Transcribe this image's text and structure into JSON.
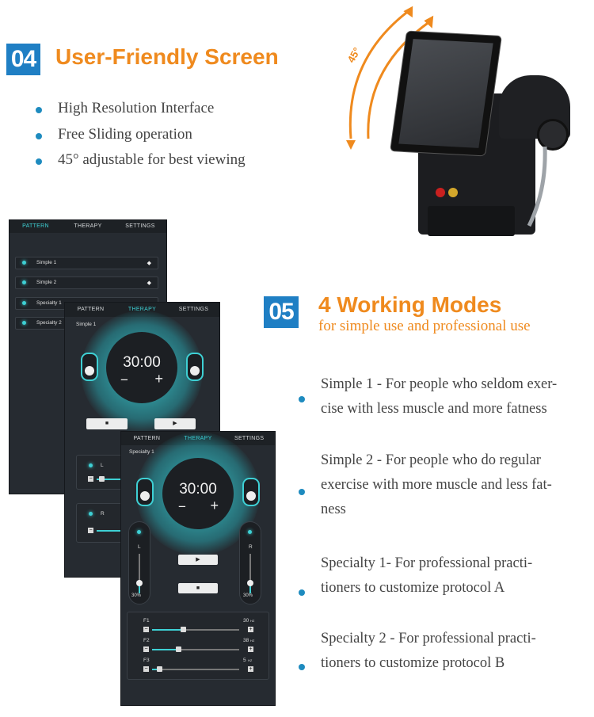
{
  "section04": {
    "badge": "04",
    "title": "User-Friendly Screen",
    "features": [
      "High Resolution Interface",
      "Free Sliding operation",
      "45° adjustable for best viewing"
    ]
  },
  "device": {
    "angle_label": "45°"
  },
  "section05": {
    "badge": "05",
    "title": "4 Working Modes",
    "subtitle": "for simple use and professional use",
    "modes": [
      {
        "lines": [
          "Simple 1  - For people who seldom exer-",
          "cise with less muscle and more fatness"
        ]
      },
      {
        "lines": [
          "Simple 2 -  For people who do regular",
          "exercise with  more muscle and less fat-",
          "ness"
        ]
      },
      {
        "lines": [
          "Specialty 1-  For professional practi-",
          "tioners to  customize protocol A"
        ]
      },
      {
        "lines": [
          "Specialty 2 - For professional practi-",
          "tioners to  customize protocol B"
        ]
      }
    ]
  },
  "screens": {
    "tabs": [
      "PATTERN",
      "THERAPY",
      "SETTINGS"
    ],
    "pattern_list": [
      "Simple 1",
      "Simple 2",
      "Specialty 1",
      "Specialty 2"
    ],
    "mid_mode": "Simple 1",
    "front_mode": "Specialty 1",
    "timer": "30:00",
    "minus": "−",
    "plus": "+",
    "left_label": "L",
    "right_label": "R",
    "left_pct": "30%",
    "right_pct": "30%",
    "freq_rows": [
      {
        "label": "F1",
        "value": "30",
        "unit": "HZ",
        "level": 0.35
      },
      {
        "label": "F2",
        "value": "38",
        "unit": "HZ",
        "level": 0.3
      },
      {
        "label": "F3",
        "value": "5",
        "unit": "HZ",
        "level": 0.08
      }
    ],
    "colors": {
      "accent": "#3ed0d4",
      "panel": "#262b31"
    }
  },
  "colors": {
    "badge": "#1f7fc4",
    "heading": "#ef8a1e",
    "bullet": "#1e8bbf"
  }
}
